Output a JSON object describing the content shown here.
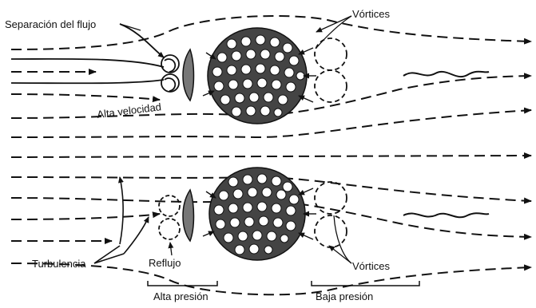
{
  "labels": {
    "separacion": "Separación del flujo",
    "vortices_top": "Vórtices",
    "alta_velocidad": "Alta velocidad",
    "turbulencia": "Turbulencia",
    "reflujo": "Reflujo",
    "vortices_bottom": "Vórtices",
    "alta_presion": "Alta presión",
    "baja_presion": "Baja presión"
  },
  "colors": {
    "line": "#111111",
    "background": "#ffffff"
  },
  "icons": {
    "rod_bundle": "tube-bundle-cluster-icon",
    "vortex": "vortex-circle-icon",
    "baffle": "crescent-baffle-icon",
    "wake": "wavy-wake-icon"
  }
}
